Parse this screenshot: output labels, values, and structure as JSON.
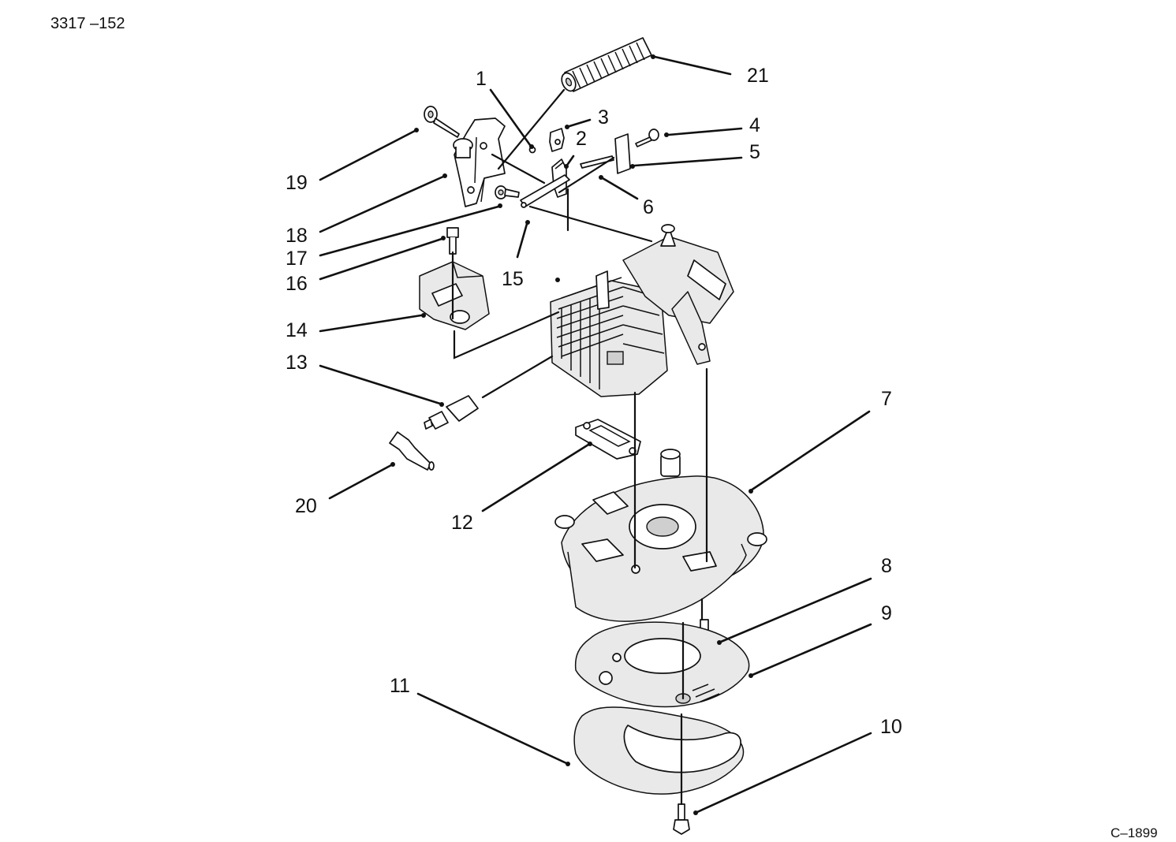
{
  "diagram": {
    "figure_id": "3317 –152",
    "drawing_number": "C–1899",
    "callouts": [
      {
        "key": "c1",
        "text": "1"
      },
      {
        "key": "c2",
        "text": "2"
      },
      {
        "key": "c3",
        "text": "3"
      },
      {
        "key": "c4",
        "text": "4"
      },
      {
        "key": "c5",
        "text": "5"
      },
      {
        "key": "c6",
        "text": "6"
      },
      {
        "key": "c7",
        "text": "7"
      },
      {
        "key": "c8",
        "text": "8"
      },
      {
        "key": "c9",
        "text": "9"
      },
      {
        "key": "c10",
        "text": "10"
      },
      {
        "key": "c11",
        "text": "11"
      },
      {
        "key": "c12",
        "text": "12"
      },
      {
        "key": "c13",
        "text": "13"
      },
      {
        "key": "c14",
        "text": "14"
      },
      {
        "key": "c15",
        "text": "15"
      },
      {
        "key": "c16",
        "text": "16"
      },
      {
        "key": "c17",
        "text": "17"
      },
      {
        "key": "c18",
        "text": "18"
      },
      {
        "key": "c19",
        "text": "19"
      },
      {
        "key": "c20",
        "text": "20"
      },
      {
        "key": "c21",
        "text": "21"
      }
    ],
    "colors": {
      "ink": "#111111",
      "paper": "#ffffff",
      "shade": "#e9e9e9"
    }
  }
}
